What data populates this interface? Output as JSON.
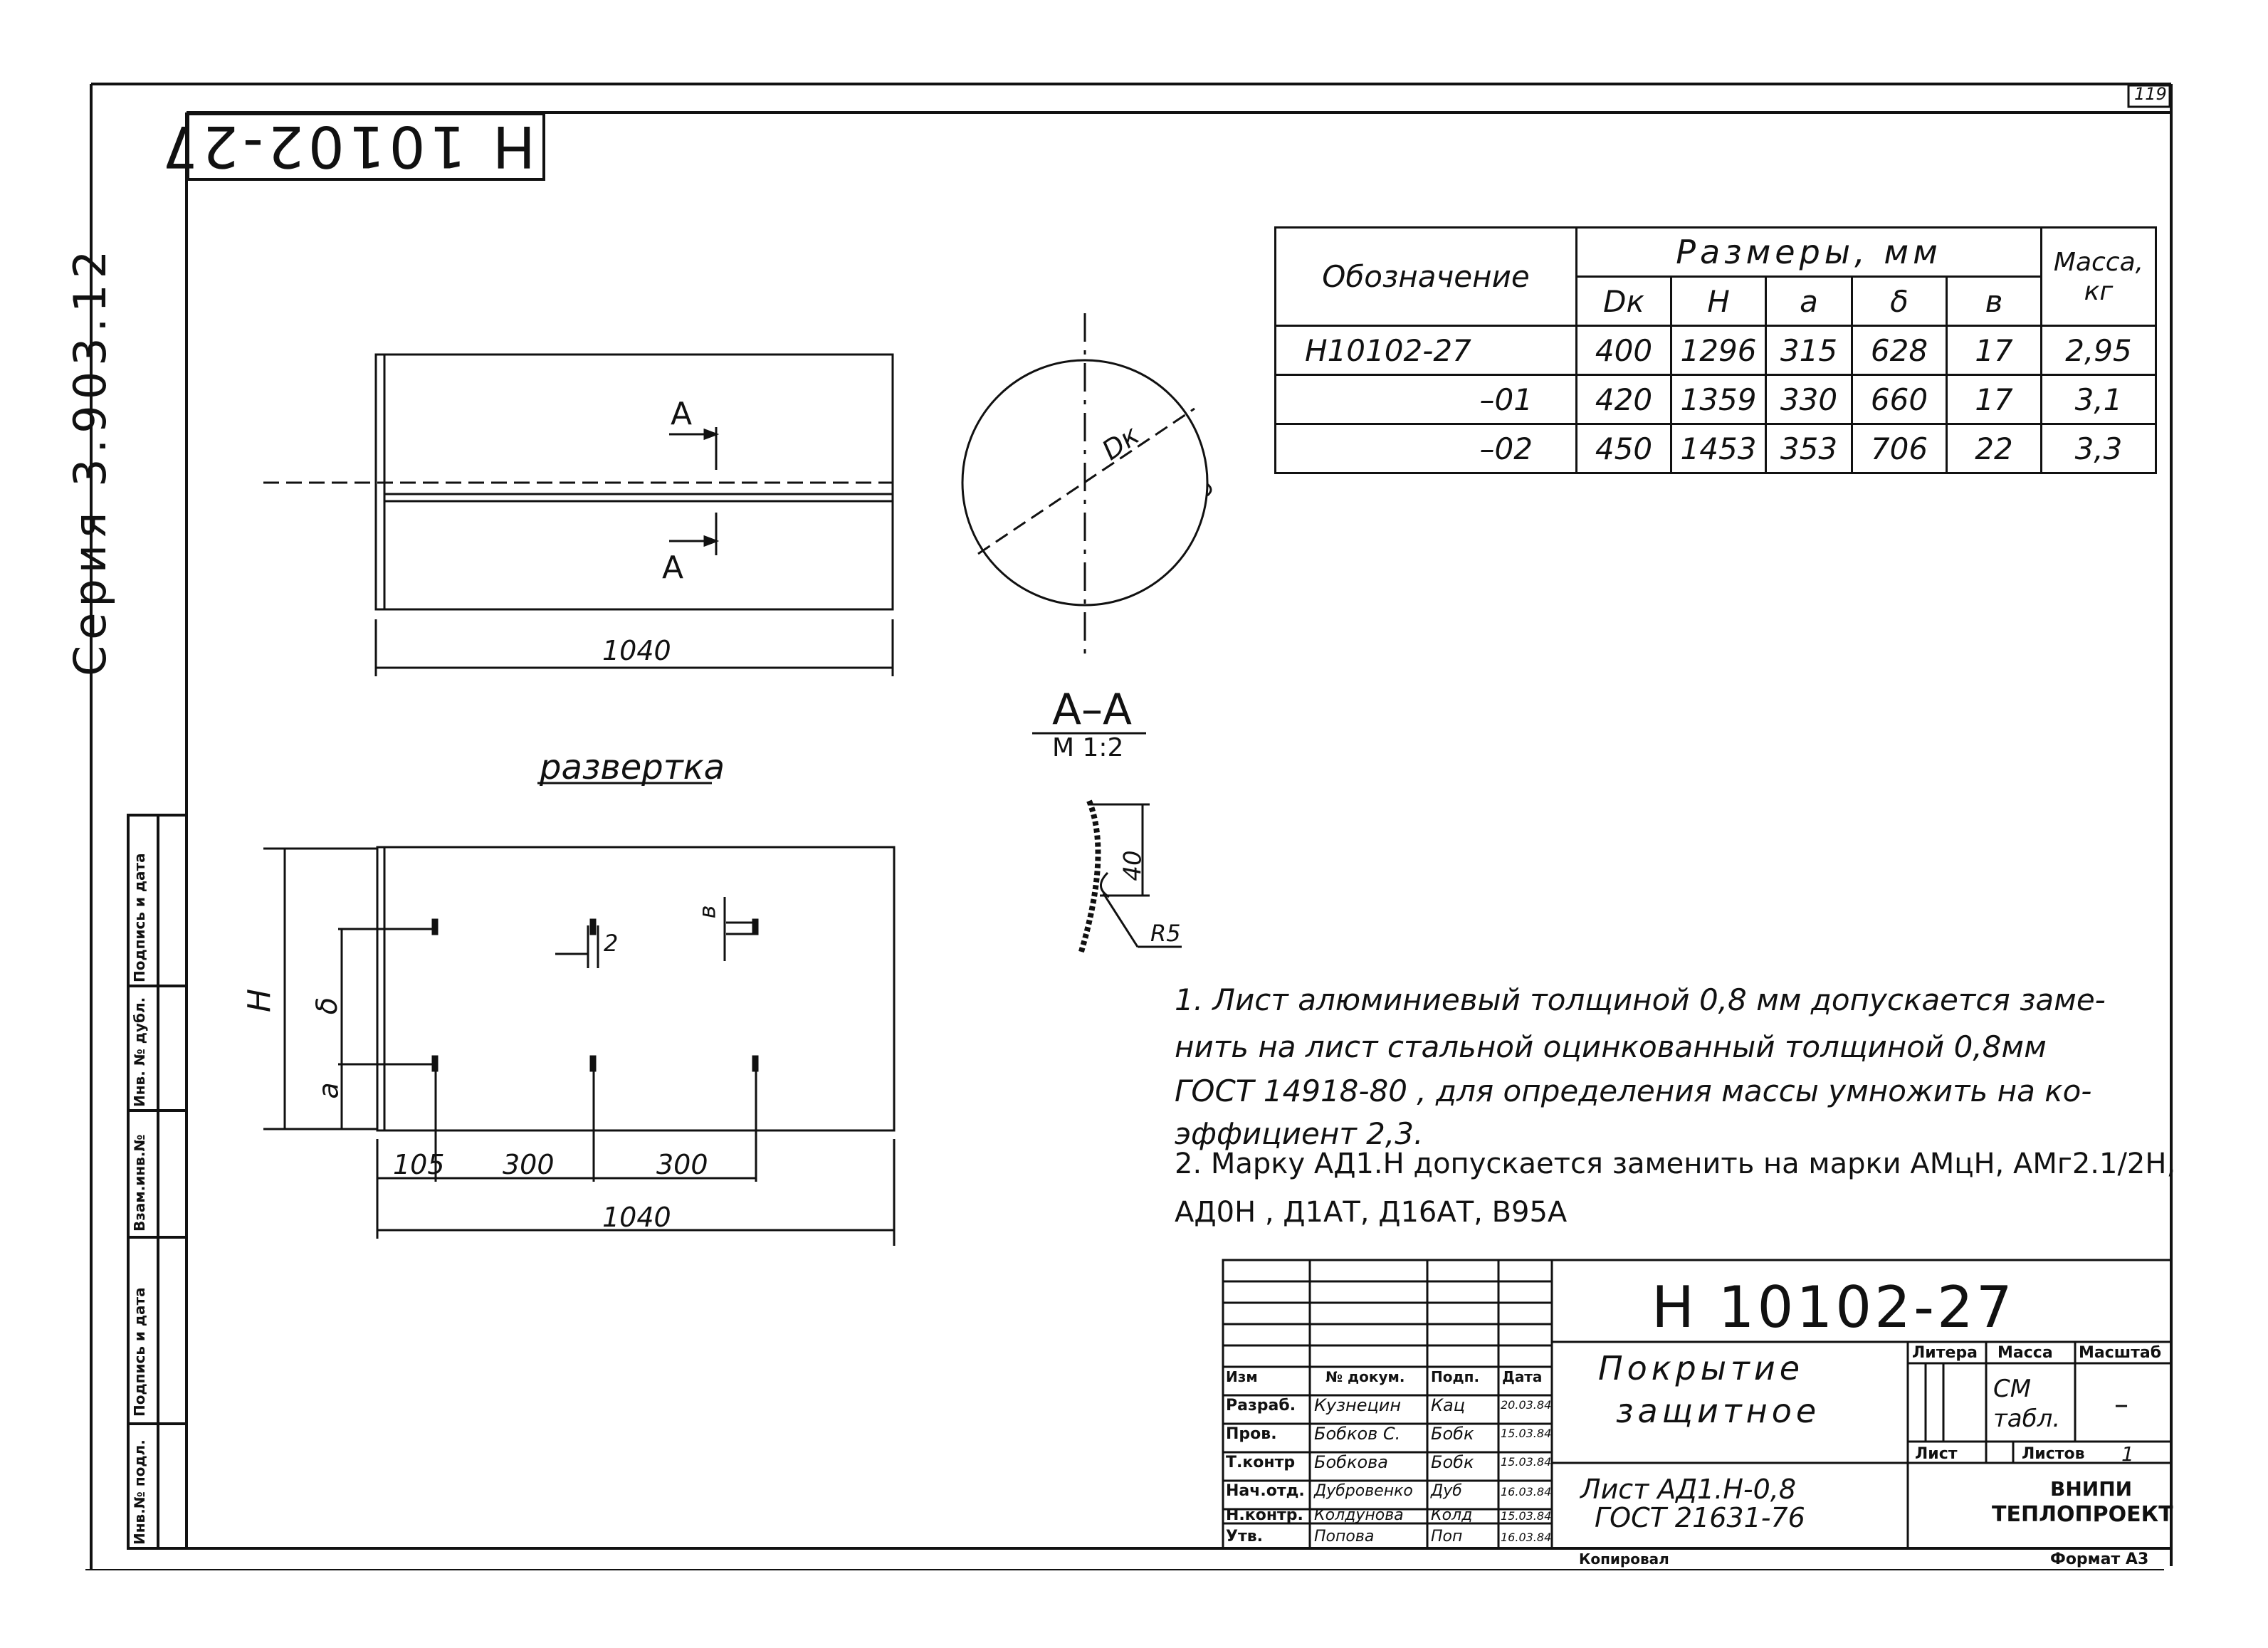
{
  "sheet_number": "119",
  "stamp_rotated": "Н 10102-27",
  "series_label": "Серия 3.903.12",
  "side_stamp": {
    "cells": [
      "Подпись и дата",
      "Инв. № дубл.",
      "Взам.инв.№",
      "Подпись и дата",
      "Инв.№ подл."
    ]
  },
  "table": {
    "header_designation": "Обозначение",
    "header_sizes": "Размеры, мм",
    "header_mass": "Масса, кг",
    "columns": [
      "Dк",
      "H",
      "a",
      "δ",
      "в"
    ],
    "rows": [
      {
        "name": "Н10102-27",
        "dk": "400",
        "h": "1296",
        "a": "315",
        "d": "628",
        "b": "17",
        "mass": "2,95"
      },
      {
        "name": "–01",
        "dk": "420",
        "h": "1359",
        "a": "330",
        "d": "660",
        "b": "17",
        "mass": "3,1"
      },
      {
        "name": "–02",
        "dk": "450",
        "h": "1453",
        "a": "353",
        "d": "706",
        "b": "22",
        "mass": "3,3"
      }
    ]
  },
  "drawing": {
    "section_mark": "А",
    "dim_length": "1040",
    "dim_dk": "Dк",
    "section_title": "А–А",
    "section_scale": "М 1:2",
    "section_dim": "40",
    "section_radius": "R5",
    "unfold_title": "развертка",
    "dim_h": "Н",
    "dim_delta": "δ",
    "dim_a": "а",
    "dim_slot_w": "2",
    "dim_slot_b": "в",
    "dim_105": "105",
    "dim_300a": "300",
    "dim_300b": "300",
    "dim_total": "1040"
  },
  "notes": {
    "line1": "1. Лист алюминиевый толщиной 0,8 мм допускается заме-",
    "line2": "нить на лист стальной оцинкованный толщиной 0,8мм",
    "line3": "ГОСТ 14918-80 , для определения массы умножить на ко-",
    "line4": "эффициент 2,3.",
    "line5": "2. Марку АД1.Н допускается заменить на марки АМцН, АМг2.1/2Н,",
    "line6": "АД0Н , Д1АТ, Д16АТ, В95А"
  },
  "title_block": {
    "code": "Н 10102-27",
    "name_line1": "Покрытие",
    "name_line2": "защитное",
    "material_line1": "Лист АД1.Н-0,8",
    "material_line2": "ГОСТ 21631-76",
    "col_izm": "Изм",
    "col_doc": "№ докум.",
    "col_sign": "Подп.",
    "col_date": "Дата",
    "roles": [
      {
        "role": "Разраб.",
        "name": "Кузнецин",
        "sign": "Кац",
        "date": "20.03.84"
      },
      {
        "role": "Пров.",
        "name": "Бобков С.",
        "sign": "Бобк",
        "date": "15.03.84"
      },
      {
        "role": "Т.контр",
        "name": "Бобкова",
        "sign": "Бобк",
        "date": "15.03.84"
      },
      {
        "role": "Нач.отд.",
        "name": "Дубровенко",
        "sign": "Дуб",
        "date": "16.03.84"
      },
      {
        "role": "Н.контр.",
        "name": "Колдунова",
        "sign": "Колд",
        "date": "15.03.84"
      },
      {
        "role": "Утв.",
        "name": "Попова",
        "sign": "Поп",
        "date": "16.03.84"
      }
    ],
    "litera_label": "Литера",
    "mass_label": "Масса",
    "scale_label": "Масштаб",
    "mass_value": "СМ табл.",
    "scale_value": "–",
    "sheet_label": "Лист",
    "sheets_label": "Листов",
    "sheets_value": "1",
    "org_line1": "ВНИПИ",
    "org_line2": "ТЕПЛОПРОЕКТ",
    "copied": "Копировал",
    "format": "Формат А3"
  }
}
